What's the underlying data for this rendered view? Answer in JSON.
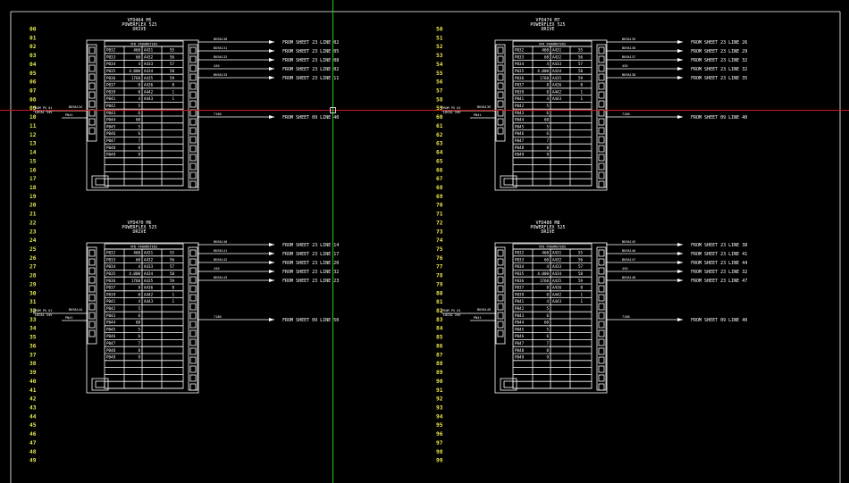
{
  "colors": {
    "background": "#000000",
    "lines": "#ffffff",
    "line_numbers": "#e8e84a",
    "crosshair_h": "#cc1a1a",
    "crosshair_v": "#22cc22"
  },
  "line_numbers": {
    "left": [
      "00",
      "01",
      "02",
      "03",
      "04",
      "05",
      "06",
      "07",
      "08",
      "09",
      "10",
      "11",
      "12",
      "13",
      "14",
      "15",
      "16",
      "17",
      "18",
      "19",
      "20",
      "21",
      "22",
      "23",
      "24",
      "25",
      "26",
      "27",
      "28",
      "29",
      "30",
      "31",
      "32",
      "33",
      "34",
      "35",
      "36",
      "37",
      "38",
      "39",
      "40",
      "41",
      "42",
      "43",
      "44",
      "45",
      "46",
      "47",
      "48",
      "49"
    ],
    "right": [
      "50",
      "51",
      "52",
      "53",
      "54",
      "55",
      "56",
      "57",
      "58",
      "59",
      "60",
      "61",
      "62",
      "63",
      "64",
      "65",
      "66",
      "67",
      "68",
      "69",
      "70",
      "71",
      "72",
      "73",
      "74",
      "75",
      "76",
      "77",
      "78",
      "79",
      "80",
      "81",
      "82",
      "83",
      "84",
      "85",
      "86",
      "87",
      "88",
      "89",
      "90",
      "91",
      "92",
      "93",
      "94",
      "95",
      "96",
      "97",
      "98",
      "99"
    ]
  },
  "blocks": [
    {
      "title": [
        "VFD464 M5",
        "POWERFLEX 525",
        "DRIVE"
      ],
      "table_header": "VFD PARAMETERS",
      "rows": [
        [
          "P032",
          "460",
          "A431",
          "55"
        ],
        [
          "P033",
          "60",
          "A432",
          "56"
        ],
        [
          "P034",
          "4",
          "A433",
          "57"
        ],
        [
          "P035",
          "4.000",
          "A434",
          "58"
        ],
        [
          "P036",
          "1760",
          "A435",
          "59"
        ],
        [
          "P037",
          "8",
          "A436",
          "0"
        ],
        [
          "P039",
          "0",
          "A442",
          "1"
        ],
        [
          "P041",
          "4",
          "A443",
          "1"
        ],
        [
          "P042",
          "5",
          "",
          ""
        ],
        [
          "P043",
          "6",
          "",
          ""
        ],
        [
          "P044",
          "60",
          "",
          ""
        ],
        [
          "P045",
          "5",
          "",
          ""
        ],
        [
          "P046",
          "6",
          "",
          ""
        ],
        [
          "P047",
          "7",
          "",
          ""
        ],
        [
          "P048",
          "8",
          "",
          ""
        ],
        [
          "P049",
          "9",
          "",
          ""
        ],
        [
          "",
          "",
          "",
          ""
        ],
        [
          "",
          "",
          "",
          ""
        ],
        [
          "",
          "",
          "",
          ""
        ],
        [
          "",
          "",
          "",
          ""
        ]
      ],
      "outputs": [
        {
          "tag": "BU9A130",
          "text": "FROM SHEET 23 LINE 02"
        },
        {
          "tag": "BU9A131",
          "text": "FROM SHEET 23 LINE 05"
        },
        {
          "tag": "BU9A132",
          "text": "FROM SHEET 23 LINE 08"
        },
        {
          "tag": "430",
          "text": "FROM SHEET 23 LINE 02"
        },
        {
          "tag": "BU9A133",
          "text": "FROM SHEET 23 LINE 11"
        }
      ],
      "input": {
        "label": "FROM PS 01",
        "sub": "LOCAL 24V",
        "tag": "BU9A134",
        "tag2": "PN41"
      },
      "ground": {
        "tag": "7180",
        "text": "FROM SHEET 09 LINE 40"
      }
    },
    {
      "title": [
        "VFD474 M7",
        "POWERFLEX 525",
        "DRIVE"
      ],
      "table_header": "VFD PARAMETERS",
      "rows": [
        [
          "P032",
          "460",
          "A431",
          "55"
        ],
        [
          "P033",
          "60",
          "A432",
          "56"
        ],
        [
          "P034",
          "4",
          "A433",
          "57"
        ],
        [
          "P035",
          "4.000",
          "A434",
          "58"
        ],
        [
          "P036",
          "1760",
          "A435",
          "59"
        ],
        [
          "P037",
          "8",
          "A436",
          "0"
        ],
        [
          "P039",
          "0",
          "A442",
          "1"
        ],
        [
          "P041",
          "4",
          "A443",
          "1"
        ],
        [
          "P042",
          "5",
          "",
          ""
        ],
        [
          "P043",
          "6",
          "",
          ""
        ],
        [
          "P044",
          "60",
          "",
          ""
        ],
        [
          "P045",
          "5",
          "",
          ""
        ],
        [
          "P046",
          "6",
          "",
          ""
        ],
        [
          "P047",
          "7",
          "",
          ""
        ],
        [
          "P048",
          "8",
          "",
          ""
        ],
        [
          "P049",
          "9",
          "",
          ""
        ],
        [
          "",
          "",
          "",
          ""
        ],
        [
          "",
          "",
          "",
          ""
        ],
        [
          "",
          "",
          "",
          ""
        ],
        [
          "",
          "",
          "",
          ""
        ]
      ],
      "outputs": [
        {
          "tag": "BU9A135",
          "text": "FROM SHEET 23 LINE 26"
        },
        {
          "tag": "BU9A136",
          "text": "FROM SHEET 23 LINE 29"
        },
        {
          "tag": "BU9A137",
          "text": "FROM SHEET 23 LINE 32"
        },
        {
          "tag": "430",
          "text": "FROM SHEET 23 LINE 32"
        },
        {
          "tag": "BU9A138",
          "text": "FROM SHEET 23 LINE 35"
        }
      ],
      "input": {
        "label": "FROM PS 01",
        "sub": "LOCAL 24V",
        "tag": "BU9A139",
        "tag2": "PN41"
      },
      "ground": {
        "tag": "7180",
        "text": "FROM SHEET 09 LINE 40"
      }
    },
    {
      "title": [
        "VFD470 M6",
        "POWERFLEX 525",
        "DRIVE"
      ],
      "table_header": "VFD PARAMETERS",
      "rows": [
        [
          "P032",
          "460",
          "A431",
          "55"
        ],
        [
          "P033",
          "60",
          "A432",
          "56"
        ],
        [
          "P034",
          "4",
          "A433",
          "57"
        ],
        [
          "P035",
          "4.000",
          "A434",
          "58"
        ],
        [
          "P036",
          "1760",
          "A435",
          "59"
        ],
        [
          "P037",
          "8",
          "A436",
          "0"
        ],
        [
          "P039",
          "0",
          "A442",
          "1"
        ],
        [
          "P041",
          "4",
          "A443",
          "1"
        ],
        [
          "P042",
          "5",
          "",
          ""
        ],
        [
          "P043",
          "6",
          "",
          ""
        ],
        [
          "P044",
          "60",
          "",
          ""
        ],
        [
          "P045",
          "5",
          "",
          ""
        ],
        [
          "P046",
          "6",
          "",
          ""
        ],
        [
          "P047",
          "7",
          "",
          ""
        ],
        [
          "P048",
          "8",
          "",
          ""
        ],
        [
          "P049",
          "9",
          "",
          ""
        ],
        [
          "",
          "",
          "",
          ""
        ],
        [
          "",
          "",
          "",
          ""
        ],
        [
          "",
          "",
          "",
          ""
        ],
        [
          "",
          "",
          "",
          ""
        ]
      ],
      "outputs": [
        {
          "tag": "BU9A140",
          "text": "FROM SHEET 23 LINE 14"
        },
        {
          "tag": "BU9A141",
          "text": "FROM SHEET 23 LINE 17"
        },
        {
          "tag": "BU9A142",
          "text": "FROM SHEET 23 LINE 20"
        },
        {
          "tag": "430",
          "text": "FROM SHEET 23 LINE 32"
        },
        {
          "tag": "BU9A143",
          "text": "FROM SHEET 23 LINE 23"
        }
      ],
      "input": {
        "label": "FROM PS 01",
        "sub": "LOCAL 24V",
        "tag": "BU9A144",
        "tag2": "PN41"
      },
      "ground": {
        "tag": "7180",
        "text": "FROM SHEET 09 LINE 50"
      }
    },
    {
      "title": [
        "VFD480 M8",
        "POWERFLEX 525",
        "DRIVE"
      ],
      "table_header": "VFD PARAMETERS",
      "rows": [
        [
          "P032",
          "460",
          "A431",
          "55"
        ],
        [
          "P033",
          "60",
          "A432",
          "56"
        ],
        [
          "P034",
          "4",
          "A433",
          "57"
        ],
        [
          "P035",
          "4.000",
          "A434",
          "58"
        ],
        [
          "P036",
          "1760",
          "A435",
          "59"
        ],
        [
          "P037",
          "8",
          "A436",
          "0"
        ],
        [
          "P039",
          "0",
          "A442",
          "1"
        ],
        [
          "P041",
          "4",
          "A443",
          "1"
        ],
        [
          "P042",
          "5",
          "",
          ""
        ],
        [
          "P043",
          "6",
          "",
          ""
        ],
        [
          "P044",
          "60",
          "",
          ""
        ],
        [
          "P045",
          "5",
          "",
          ""
        ],
        [
          "P046",
          "6",
          "",
          ""
        ],
        [
          "P047",
          "7",
          "",
          ""
        ],
        [
          "P048",
          "8",
          "",
          ""
        ],
        [
          "P049",
          "9",
          "",
          ""
        ],
        [
          "",
          "",
          "",
          ""
        ],
        [
          "",
          "",
          "",
          ""
        ],
        [
          "",
          "",
          "",
          ""
        ],
        [
          "",
          "",
          "",
          ""
        ]
      ],
      "outputs": [
        {
          "tag": "BU9A145",
          "text": "FROM SHEET 23 LINE 38"
        },
        {
          "tag": "BU9A146",
          "text": "FROM SHEET 23 LINE 41"
        },
        {
          "tag": "BU9A147",
          "text": "FROM SHEET 23 LINE 44"
        },
        {
          "tag": "430",
          "text": "FROM SHEET 23 LINE 32"
        },
        {
          "tag": "BU9A148",
          "text": "FROM SHEET 23 LINE 47"
        }
      ],
      "input": {
        "label": "FROM PS 01",
        "sub": "LOCAL 24V",
        "tag": "BU9A149",
        "tag2": "PN41"
      },
      "ground": {
        "tag": "7180",
        "text": "FROM SHEET 09 LINE 40"
      }
    }
  ]
}
